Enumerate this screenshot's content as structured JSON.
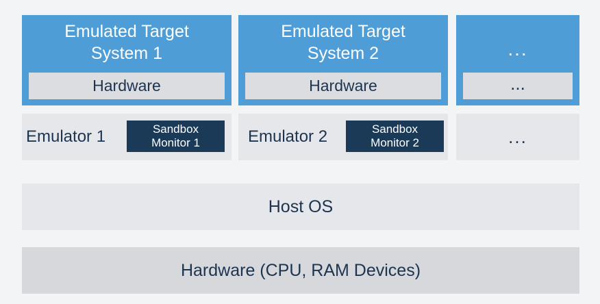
{
  "targets": [
    {
      "title": "Emulated Target\nSystem 1",
      "hardware": "Hardware"
    },
    {
      "title": "Emulated Target\nSystem 2",
      "hardware": "Hardware"
    },
    {
      "title": "...",
      "hardware": "..."
    }
  ],
  "emulators": [
    {
      "label": "Emulator 1",
      "sandbox": "Sandbox\nMonitor 1"
    },
    {
      "label": "Emulator 2",
      "sandbox": "Sandbox\nMonitor 2"
    },
    {
      "label": "..."
    }
  ],
  "host_os": "Host OS",
  "hardware_layer": "Hardware (CPU, RAM Devices)",
  "colors": {
    "target_blue": "#4e9dd6",
    "sandbox_navy": "#1a3a58",
    "text_navy": "#1c3450"
  }
}
